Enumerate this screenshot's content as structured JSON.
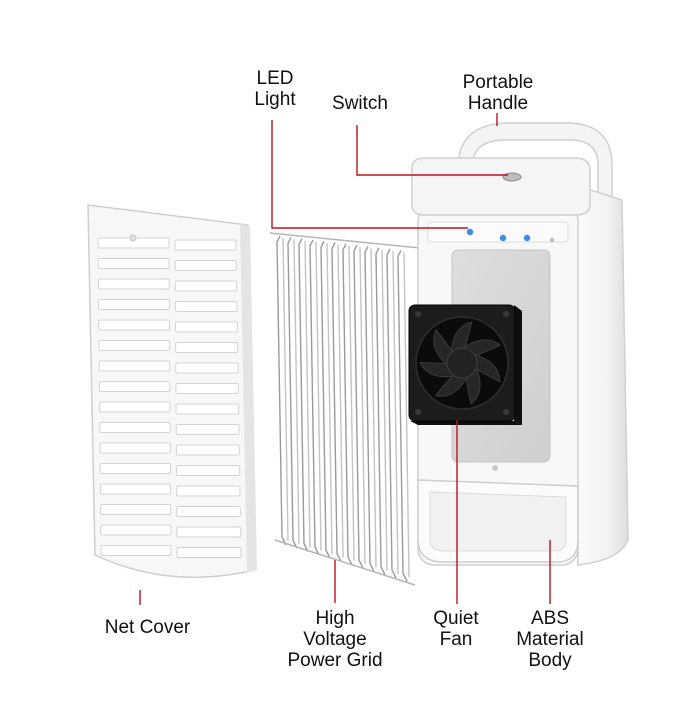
{
  "diagram": {
    "callouts": {
      "led_light": [
        "LED",
        "Light"
      ],
      "switch": [
        "Switch"
      ],
      "portable_handle": [
        "Portable",
        "Handle"
      ],
      "net_cover": [
        "Net Cover"
      ],
      "high_voltage_power_grid": [
        "High",
        "Voltage",
        "Power Grid"
      ],
      "quiet_fan": [
        "Quiet",
        "Fan"
      ],
      "abs_material_body": [
        "ABS",
        "Material",
        "Body"
      ]
    },
    "colors": {
      "leader_line": "#c0101f",
      "led": "#3a8ee8",
      "body_white": "#f6f6f6",
      "panel_gray": "#d6d6d6",
      "fan_black": "#1c1c1c"
    }
  }
}
